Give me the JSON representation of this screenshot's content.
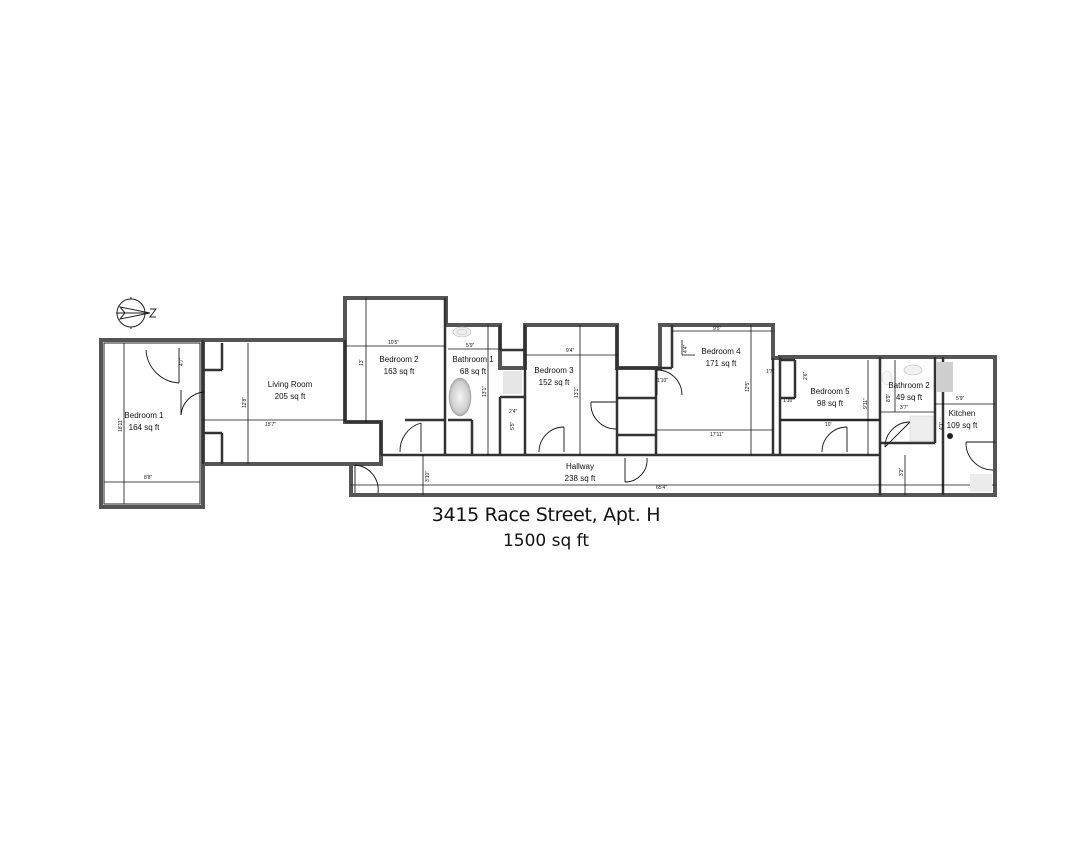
{
  "title": {
    "address": "3415 Race Street, Apt. H",
    "total_area": "1500 sq ft"
  },
  "compass": {
    "icon": "north-arrow-icon",
    "label": "N"
  },
  "rooms": [
    {
      "id": "bedroom-1",
      "name": "Bedroom 1",
      "area": "164 sq ft"
    },
    {
      "id": "living-room",
      "name": "Living Room",
      "area": "205 sq ft"
    },
    {
      "id": "bedroom-2",
      "name": "Bedroom 2",
      "area": "163 sq ft"
    },
    {
      "id": "bathroom-1",
      "name": "Bathroom 1",
      "area": "68 sq ft"
    },
    {
      "id": "bedroom-3",
      "name": "Bedroom 3",
      "area": "152 sq ft"
    },
    {
      "id": "bedroom-4",
      "name": "Bedroom 4",
      "area": "171 sq ft"
    },
    {
      "id": "bedroom-5",
      "name": "Bedroom 5",
      "area": "98 sq ft"
    },
    {
      "id": "bathroom-2",
      "name": "Bathroom 2",
      "area": "49 sq ft"
    },
    {
      "id": "kitchen",
      "name": "Kitchen",
      "area": "109 sq ft"
    },
    {
      "id": "hallway",
      "name": "Hallway",
      "area": "238 sq ft"
    }
  ],
  "dimensions": {
    "bedroom1_length": "18'11\"",
    "bedroom1_width": "8'8\"",
    "bedroom1_closet": "4'7\"",
    "living_depth": "12'8\"",
    "living_width": "15'7\"",
    "bedroom2_width": "10'5\"",
    "bedroom2_depth": "13'",
    "bathroom1_width": "5'9\"",
    "bathroom1_depth": "13'1\"",
    "closet_a_width": "2'4\"",
    "closet_a_depth": "5'5\"",
    "bedroom3_width": "9'4\"",
    "bedroom3_depth": "13'1\"",
    "closet_b": "1'10\"",
    "bedroom4_top": "9'5\"",
    "bedroom4_notch": "4'4\"",
    "bedroom4_depth": "12'5\"",
    "bedroom4_width": "17'11\"",
    "bedroom4_closet": "1'7\"",
    "closet_c": "1'10\"",
    "bedroom5_closet": "2'6\"",
    "bedroom5_depth": "9'11\"",
    "bedroom5_width": "10'",
    "bathroom2_width": "3'7\"",
    "bathroom2_side": "8'9\"",
    "kitchen_width": "5'9\"",
    "kitchen_side": "4'1\"",
    "hallway_depth": "3'10\"",
    "hallway_length": "65'4\"",
    "hallway_end": "3'2\""
  }
}
